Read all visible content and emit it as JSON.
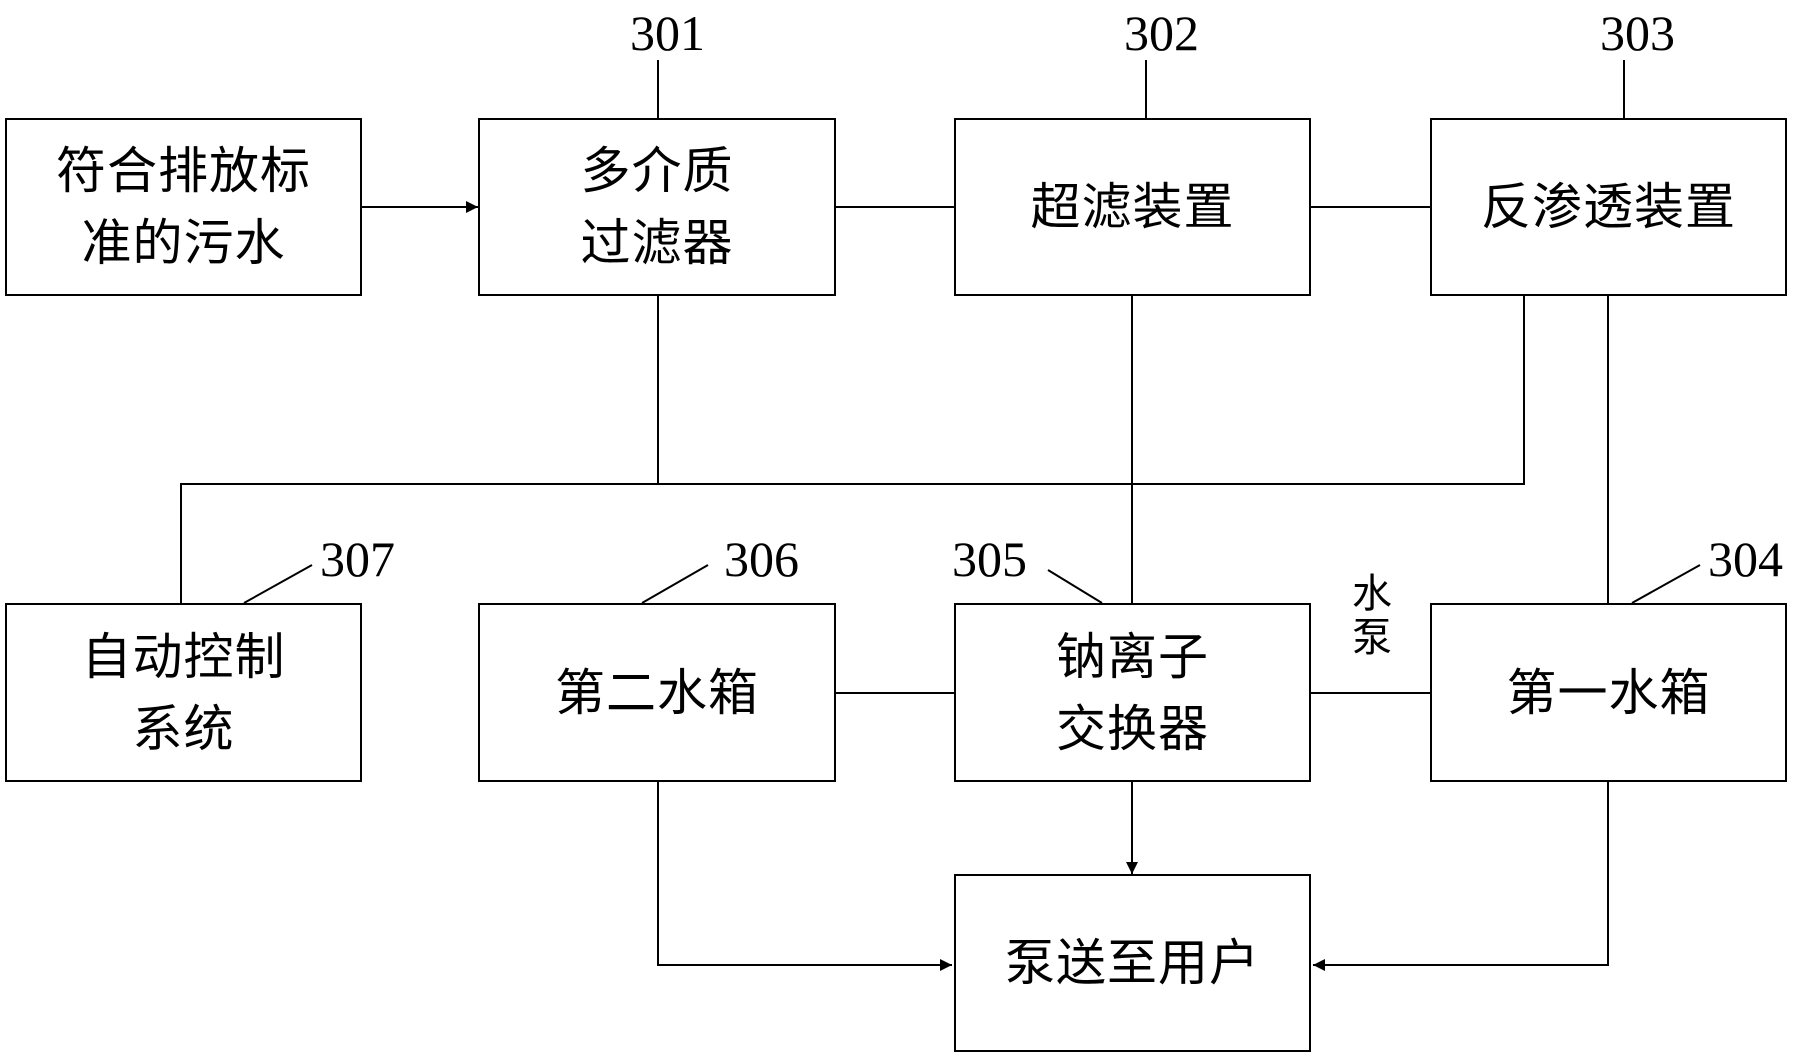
{
  "boxes": {
    "sewage": {
      "line1": "符合排放标",
      "line2": "准的污水"
    },
    "multimedia_filter": {
      "line1": "多介质",
      "line2": "过滤器"
    },
    "ultrafiltration": {
      "label": "超滤装置"
    },
    "reverse_osmosis": {
      "label": "反渗透装置"
    },
    "auto_control": {
      "line1": "自动控制",
      "line2": "系统"
    },
    "second_tank": {
      "label": "第二水箱"
    },
    "sodium_exchanger": {
      "line1": "钠离子",
      "line2": "交换器"
    },
    "first_tank": {
      "label": "第一水箱"
    },
    "pump_to_user": {
      "label": "泵送至用户"
    }
  },
  "refs": {
    "r301": "301",
    "r302": "302",
    "r303": "303",
    "r304": "304",
    "r305": "305",
    "r306": "306",
    "r307": "307"
  },
  "pump_label": {
    "line1": "水",
    "line2": "泵"
  }
}
